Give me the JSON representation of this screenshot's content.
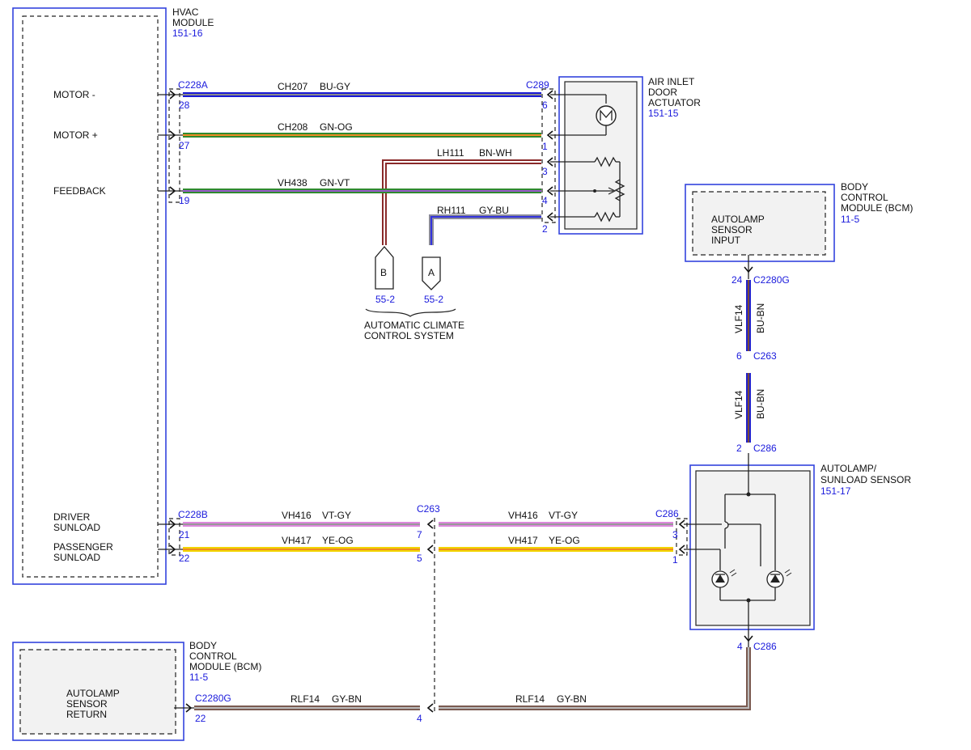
{
  "modules": {
    "hvac": {
      "name_lines": [
        "HVAC",
        "MODULE"
      ],
      "ref": "151-16",
      "pins": {
        "motor_minus": "MOTOR -",
        "motor_plus": "MOTOR +",
        "feedback": "FEEDBACK",
        "driver_sunload": [
          "DRIVER",
          "SUNLOAD"
        ],
        "passenger_sunload": [
          "PASSENGER",
          "SUNLOAD"
        ]
      }
    },
    "air_inlet": {
      "name_lines": [
        "AIR INLET",
        "DOOR",
        "ACTUATOR"
      ],
      "ref": "151-15"
    },
    "bcm_top": {
      "name_lines": [
        "BODY",
        "CONTROL",
        "MODULE (BCM)"
      ],
      "ref": "11-5",
      "inner_lines": [
        "AUTOLAMP",
        "SENSOR",
        "INPUT"
      ]
    },
    "autolamp_sensor": {
      "name_lines": [
        "AUTOLAMP/",
        "SUNLOAD SENSOR"
      ],
      "ref": "151-17"
    },
    "bcm_bottom": {
      "name_lines": [
        "BODY",
        "CONTROL",
        "MODULE (BCM)"
      ],
      "ref": "11-5",
      "inner_lines": [
        "AUTOLAMP",
        "SENSOR",
        "RETURN"
      ]
    }
  },
  "connectors": {
    "c228a": "C228A",
    "c289": "C289",
    "c228b": "C228B",
    "c263_mid": "C263",
    "c286_mid": "C286",
    "c2280g_top": "C2280G",
    "c263_right": "C263",
    "c286_sensor_top": "C286",
    "c286_sensor_bottom": "C286",
    "c2280g_bottom": "C2280G"
  },
  "pins": {
    "hvac_28": "28",
    "hvac_27": "27",
    "hvac_19": "19",
    "hvac_21": "21",
    "hvac_22": "22",
    "act_6": "6",
    "act_1": "1",
    "act_3": "3",
    "act_4": "4",
    "act_2": "2",
    "mid_7": "7",
    "mid_5": "5",
    "mid_4": "4",
    "sensor_3": "3",
    "sensor_1": "1",
    "sensor_2": "2",
    "sensor_4": "4",
    "bcm_24": "24",
    "c263_6": "6",
    "bcm_bottom_22": "22"
  },
  "wires": {
    "ch207": {
      "circuit": "CH207",
      "color": "BU-GY",
      "main": "#1a1ad6",
      "stripe": "#8a8a8a"
    },
    "ch208": {
      "circuit": "CH208",
      "color": "GN-OG",
      "main": "#2f8a2f",
      "stripe": "#ee8a22"
    },
    "lh111": {
      "circuit": "LH111",
      "color": "BN-WH",
      "main": "#8a2a2a",
      "stripe": "#ffffff"
    },
    "vh438": {
      "circuit": "VH438",
      "color": "GN-VT",
      "main": "#2f8a2f",
      "stripe": "#9a5acc"
    },
    "rh111": {
      "circuit": "RH111",
      "color": "GY-BU",
      "main": "#8a8a9a",
      "stripe": "#3333dd"
    },
    "vh416_left": {
      "circuit": "VH416",
      "color": "VT-GY",
      "main": "#dd88dd",
      "stripe": "#999999"
    },
    "vh417_left": {
      "circuit": "VH417",
      "color": "YE-OG",
      "main": "#f2d400",
      "stripe": "#ee8a22"
    },
    "vh416_right": {
      "circuit": "VH416",
      "color": "VT-GY"
    },
    "vh417_right": {
      "circuit": "VH417",
      "color": "YE-OG"
    },
    "vlf14_upper": {
      "circuit": "VLF14",
      "color": "BU-BN",
      "main": "#2222cc",
      "stripe": "#7a4a3a"
    },
    "vlf14_lower": {
      "circuit": "VLF14",
      "color": "BU-BN"
    },
    "rlf14_left": {
      "circuit": "RLF14",
      "color": "GY-BN",
      "main": "#7a5a50",
      "stripe": "#bbbbbb"
    },
    "rlf14_right": {
      "circuit": "RLF14",
      "color": "GY-BN"
    }
  },
  "references": {
    "b": {
      "letter": "B",
      "page": "55-2"
    },
    "a": {
      "letter": "A",
      "page": "55-2"
    },
    "group_lines": [
      "AUTOMATIC CLIMATE",
      "CONTROL SYSTEM"
    ]
  }
}
